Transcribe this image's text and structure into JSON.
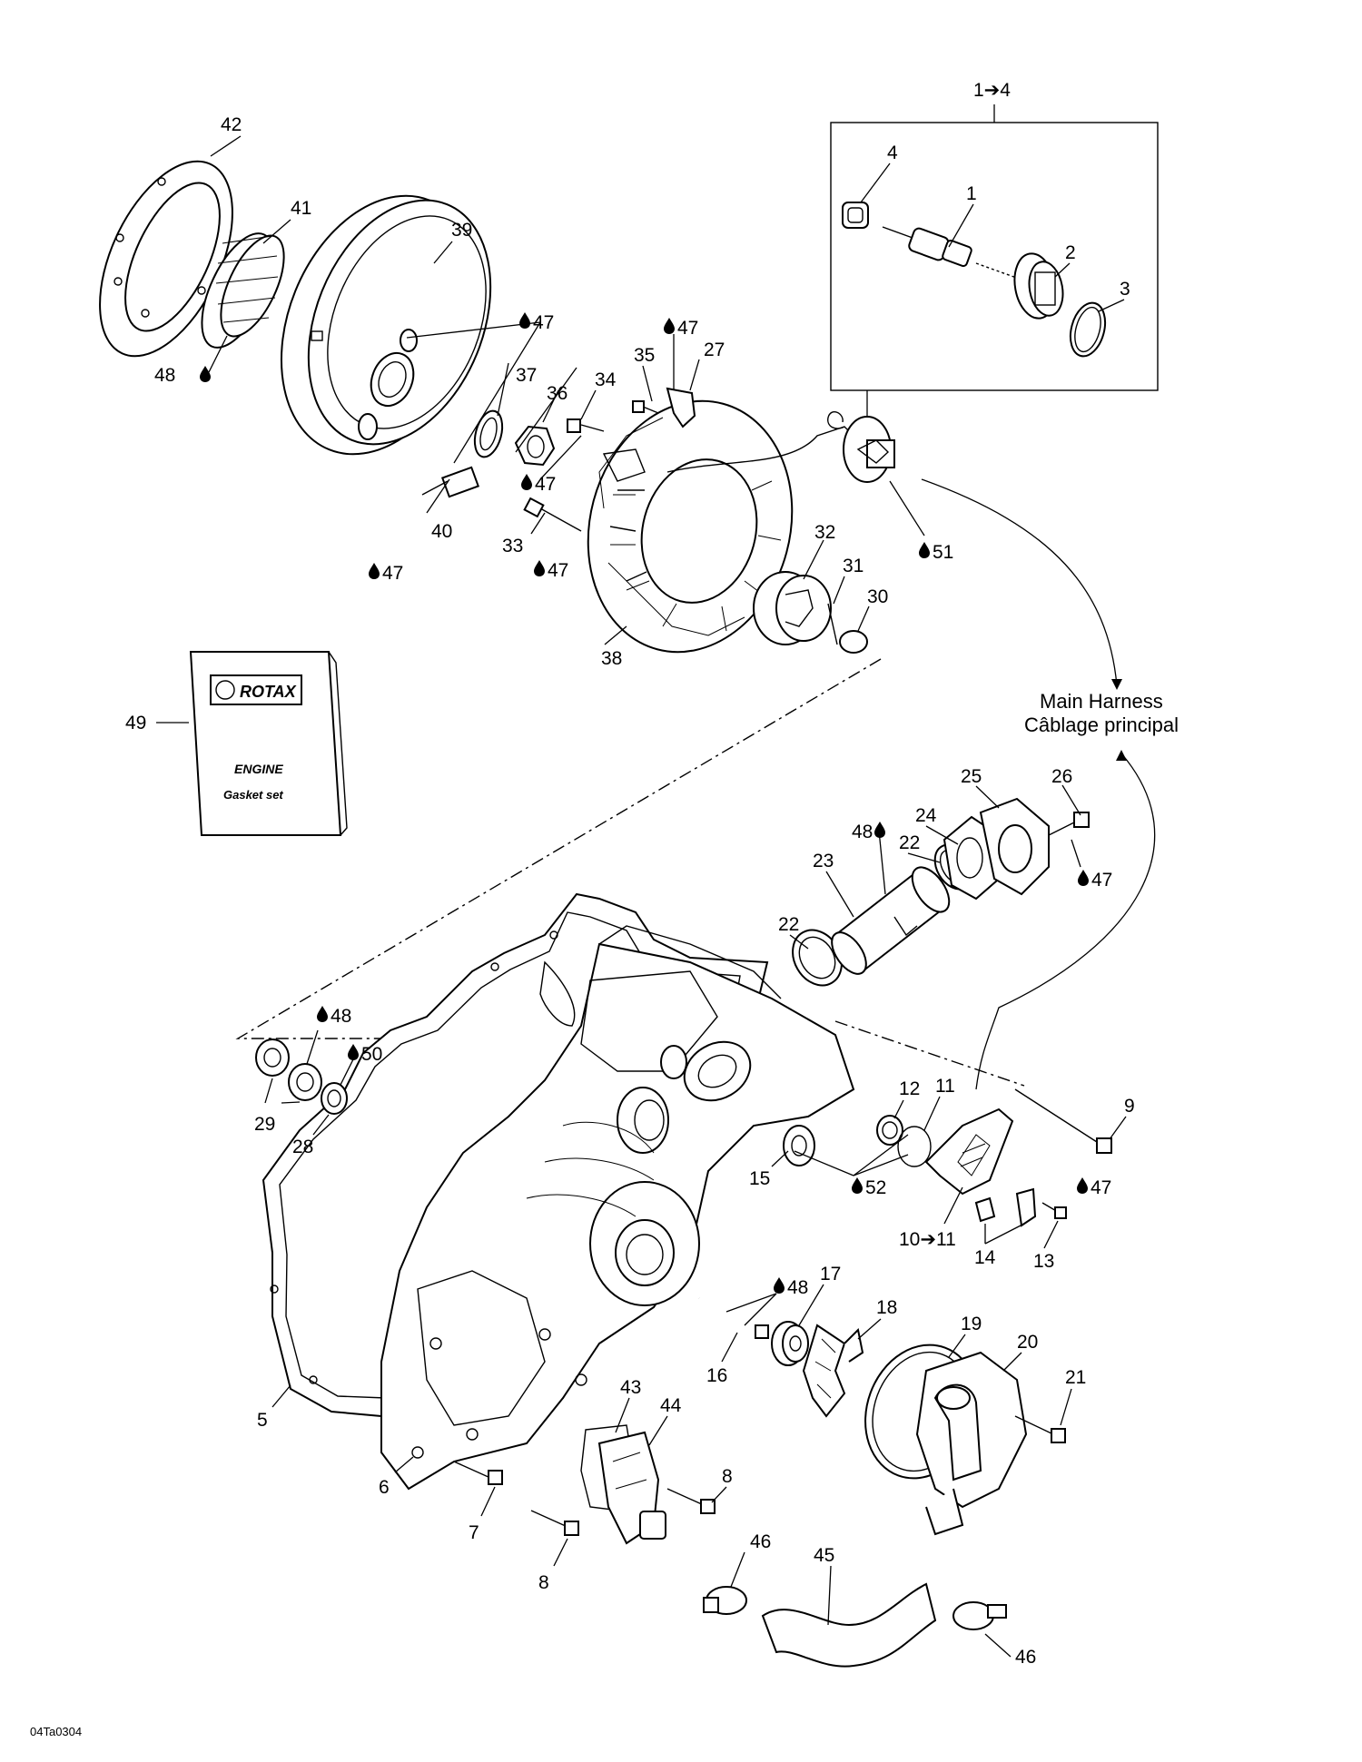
{
  "figure_code": "04Ta0304",
  "kit_label": "1➔4",
  "harness_label": {
    "line1": "Main Harness",
    "line2": "Câblage principal"
  },
  "manual": {
    "brand": "ROTAX",
    "line1": "ENGINE",
    "line2": "Gasket set"
  },
  "callouts": {
    "p1": "1",
    "p2": "2",
    "p3": "3",
    "p4": "4",
    "p5": "5",
    "p6": "6",
    "p7": "7",
    "p8a": "8",
    "p8b": "8",
    "p9": "9",
    "p10": "10➔11",
    "p11": "11",
    "p12": "12",
    "p13": "13",
    "p14": "14",
    "p15": "15",
    "p16": "16",
    "p17": "17",
    "p18": "18",
    "p19": "19",
    "p20": "20",
    "p21": "21",
    "p22a": "22",
    "p22b": "22",
    "p23": "23",
    "p24": "24",
    "p25": "25",
    "p26": "26",
    "p27": "27",
    "p28": "28",
    "p29": "29",
    "p30": "30",
    "p31": "31",
    "p32": "32",
    "p33": "33",
    "p34": "34",
    "p35": "35",
    "p36": "36",
    "p37": "37",
    "p38": "38",
    "p39": "39",
    "p40": "40",
    "p41": "41",
    "p42": "42",
    "p43": "43",
    "p44": "44",
    "p45": "45",
    "p46a": "46",
    "p46b": "46",
    "p49": "49"
  },
  "lubricant_refs": {
    "l47a": "47",
    "l47b": "47",
    "l47c": "47",
    "l47d": "47",
    "l47e": "47",
    "l47f": "47",
    "l47g": "47",
    "l48a": "48",
    "l48b": "48",
    "l48c": "48",
    "l48d": "48",
    "l50": "50",
    "l51": "51",
    "l52": "52"
  }
}
